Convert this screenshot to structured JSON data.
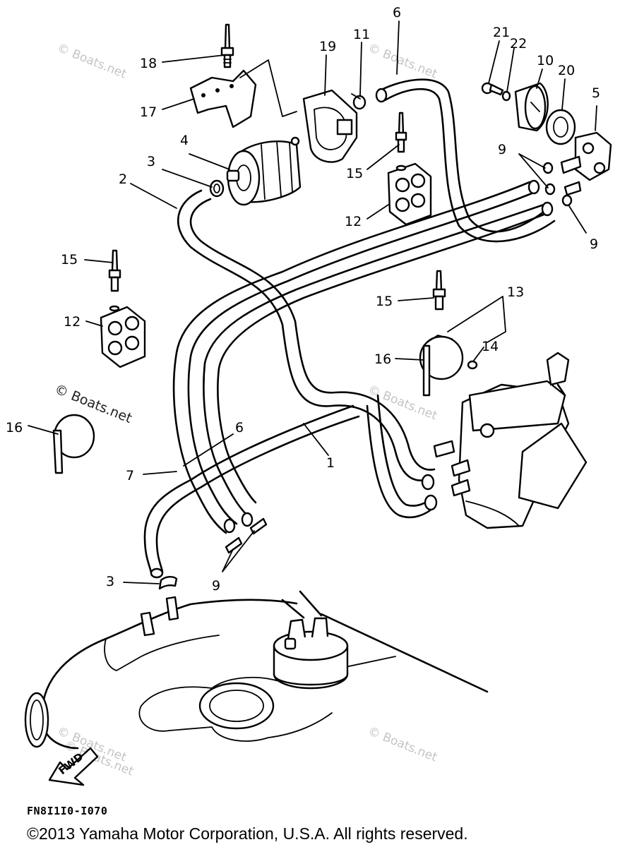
{
  "diagram": {
    "callouts": {
      "c1": "1",
      "c2": "2",
      "c3a": "3",
      "c3b": "3",
      "c4": "4",
      "c5": "5",
      "c6a": "6",
      "c6b": "6",
      "c7": "7",
      "c9a": "9",
      "c9b": "9",
      "c9c": "9",
      "c10": "10",
      "c11": "11",
      "c12a": "12",
      "c12b": "12",
      "c13": "13",
      "c14": "14",
      "c15a": "15",
      "c15b": "15",
      "c15c": "15",
      "c16a": "16",
      "c16b": "16",
      "c17": "17",
      "c18": "18",
      "c19": "19",
      "c20": "20",
      "c21": "21",
      "c22": "22"
    },
    "watermarks": {
      "w1": "© Boats.net",
      "w2": "© Boats.net",
      "w3": "© Boats.net",
      "w4": "© Boats.net",
      "w5": "© Boats.net",
      "w6": "© Boats.net",
      "w7": "© Boats.net"
    },
    "fwd_label": "FWD",
    "part_code": "FN8I1I0-I070"
  },
  "copyright": "©2013 Yamaha Motor Corporation, U.S.A. All rights reserved."
}
